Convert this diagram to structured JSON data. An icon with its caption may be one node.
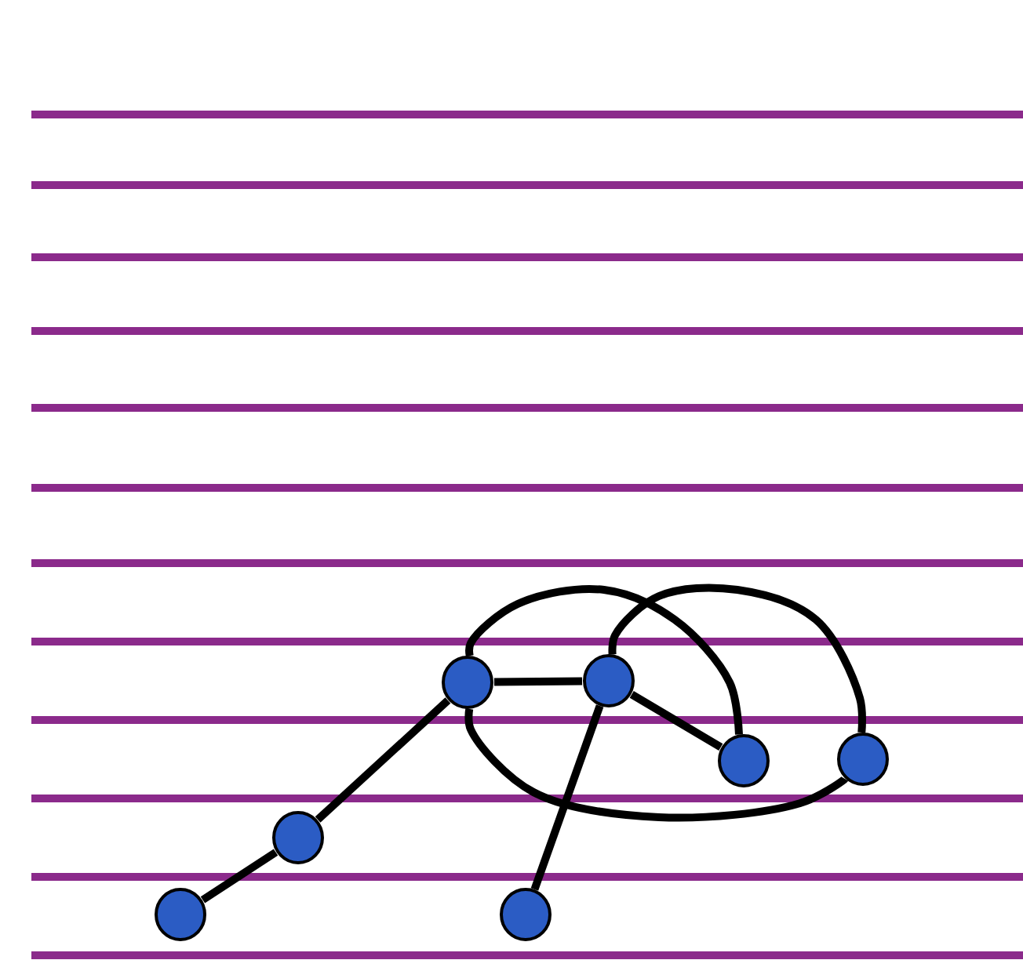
{
  "diagram": {
    "nodes": [
      {
        "text": [],
        "shape": "circle"
      },
      {
        "text": [],
        "shape": "circle"
      },
      {
        "text": [],
        "shape": "circle"
      },
      {
        "text": [],
        "shape": "circle"
      },
      {
        "text": [],
        "shape": "circle"
      },
      {
        "text": [],
        "shape": "circle"
      },
      {
        "text": [],
        "shape": "circle"
      }
    ],
    "edges": [
      {
        "from": 0,
        "to": 1,
        "arrow": "none"
      },
      {
        "from": 1,
        "to": 2,
        "arrow": "none"
      },
      {
        "from": 0,
        "to": 4,
        "arrow": "none"
      },
      {
        "from": 4,
        "to": 5,
        "arrow": "none"
      },
      {
        "from": 1,
        "to": 6,
        "arrow": "none"
      },
      {
        "from": 0,
        "to": 2,
        "arrow": "none"
      },
      {
        "from": 1,
        "to": 3,
        "arrow": "none"
      },
      {
        "from": 0,
        "to": 3,
        "arrow": "none"
      }
    ]
  }
}
